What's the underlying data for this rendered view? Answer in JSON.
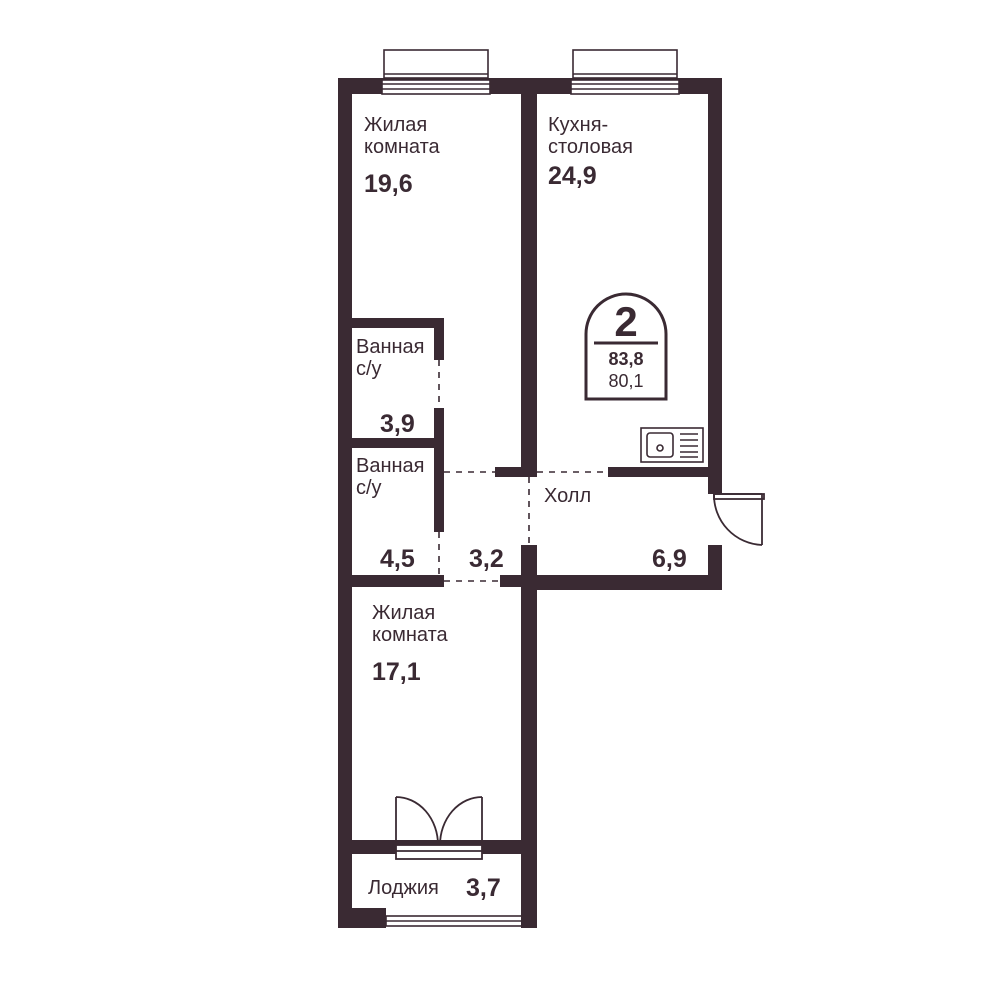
{
  "apartment": {
    "rooms": "2",
    "total_area": "83,8",
    "living_area": "80,1"
  },
  "rooms": {
    "living_top": {
      "name_line1": "Жилая",
      "name_line2": "комната",
      "area": "19,6"
    },
    "kitchen": {
      "name_line1": "Кухня-",
      "name_line2": "столовая",
      "area": "24,9"
    },
    "bath1": {
      "name_line1": "Ванная",
      "name_line2": "с/у",
      "area": "3,9"
    },
    "bath2": {
      "name_line1": "Ванная",
      "name_line2": "с/у",
      "area": "4,5"
    },
    "corridor": {
      "area": "3,2"
    },
    "hall": {
      "name": "Холл",
      "area": "6,9"
    },
    "living_bottom": {
      "name_line1": "Жилая",
      "name_line2": "комната",
      "area": "17,1"
    },
    "loggia": {
      "name": "Лоджия",
      "area": "3,7"
    }
  },
  "colors": {
    "wall": "#3a2a33",
    "background": "#ffffff"
  },
  "icons": [
    "window-icon",
    "door-icon",
    "balcony-door-icon",
    "kitchen-sink-icon",
    "rooms-badge-icon"
  ]
}
